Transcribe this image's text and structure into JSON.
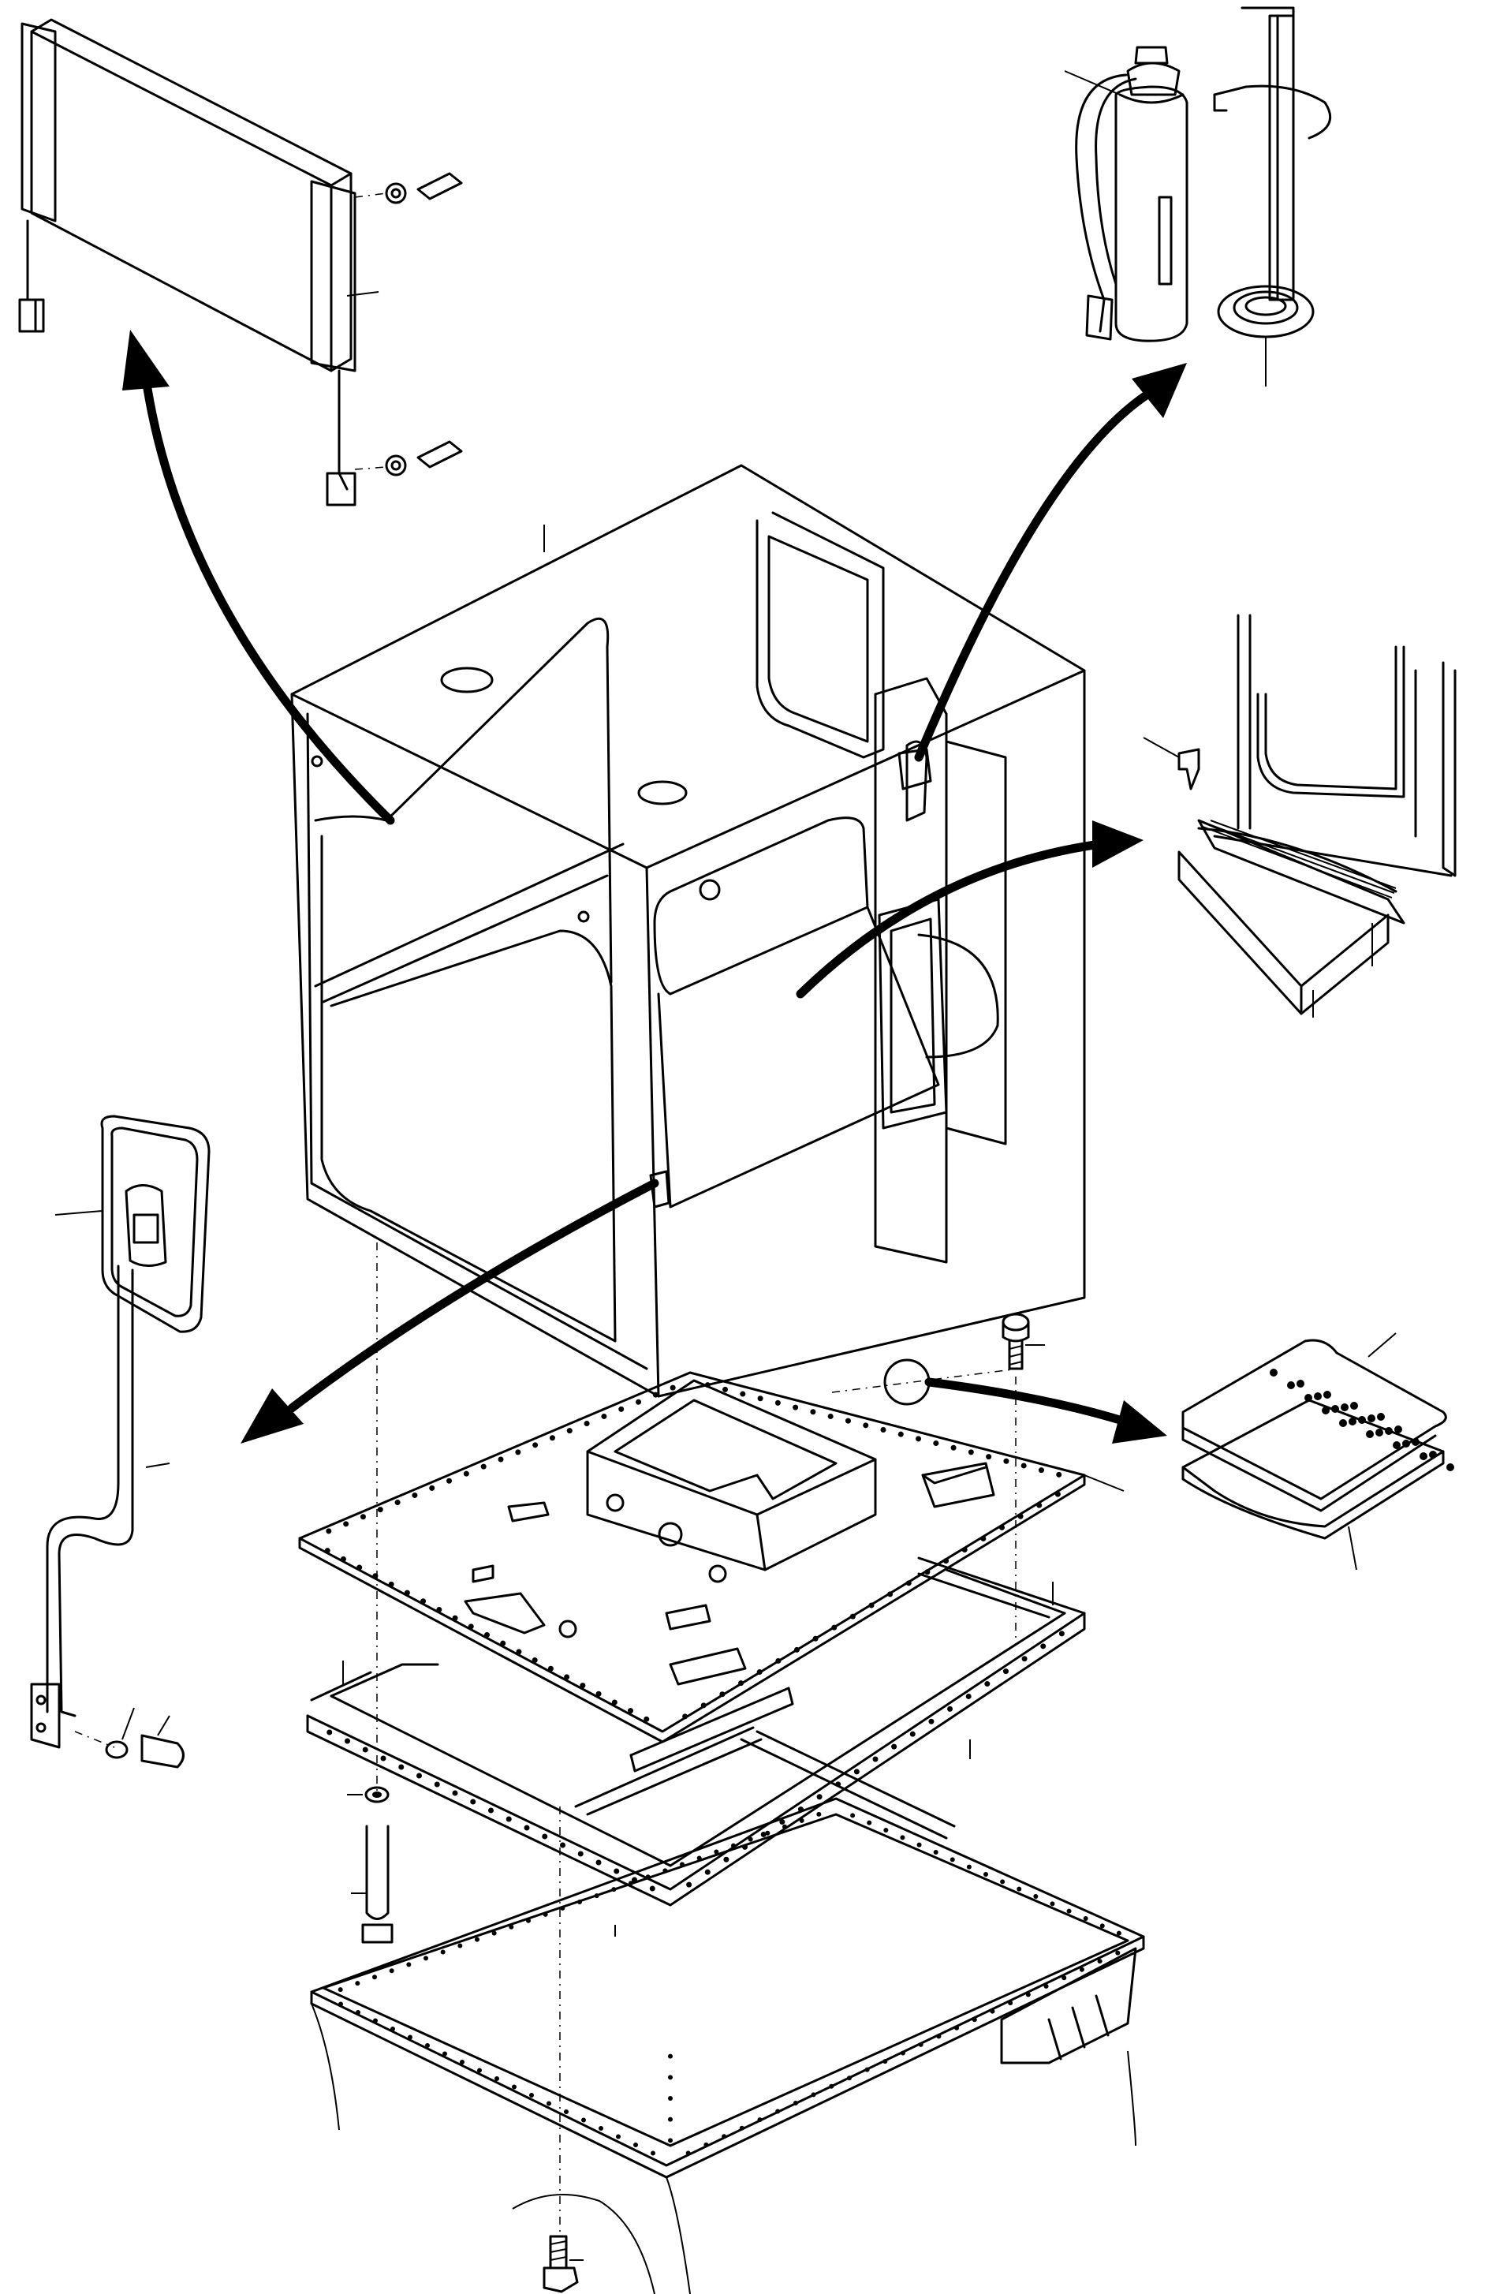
{
  "figure": {
    "description_visible_text": []
  },
  "parts": [
    {
      "id": "cab-shell"
    },
    {
      "id": "air-conditioner-condenser"
    },
    {
      "id": "fire-extinguisher"
    },
    {
      "id": "extinguisher-bracket"
    },
    {
      "id": "door-seal-strip"
    },
    {
      "id": "mirror"
    },
    {
      "id": "floor-plate"
    },
    {
      "id": "floor-mat"
    },
    {
      "id": "cab-frame"
    },
    {
      "id": "chassis-frame"
    }
  ]
}
